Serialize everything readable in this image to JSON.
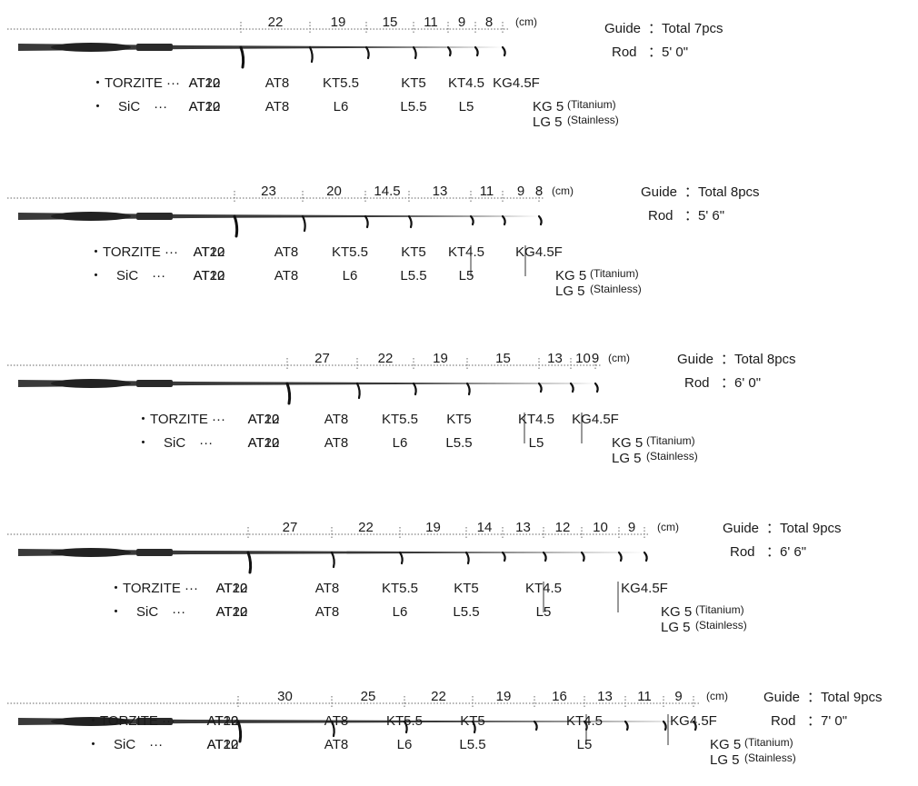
{
  "cm_unit": "(cm)",
  "guide_label": "Guide",
  "rod_label": "Rod",
  "rows": [
    {
      "dists": [
        "22",
        "19",
        "15",
        "11",
        "9",
        "8"
      ],
      "torzite_label": "・TORZITE ···",
      "sic_label": "・　SiC　···",
      "torzite": [
        "AT20",
        "AT12",
        "AT8",
        "KT5.5",
        "KT5",
        "KT4.5",
        "KG4.5F"
      ],
      "sic": [
        "AT20",
        "AT12",
        "AT8",
        "L6",
        "L5.5",
        "L5"
      ],
      "kg_titanium": "KG 5",
      "titanium_note": "(Titanium)",
      "lg_stainless": "LG 5",
      "stainless_note": "(Stainless)",
      "guide_total": "：Total 7pcs",
      "rod_length": "：5' 0\""
    },
    {
      "dists": [
        "23",
        "20",
        "14.5",
        "13",
        "11",
        "9",
        "8"
      ],
      "torzite_label": "・TORZITE ···",
      "sic_label": "・　SiC　···",
      "torzite": [
        "AT20",
        "AT12",
        "AT8",
        "KT5.5",
        "KT5",
        "KT4.5",
        "KG4.5F"
      ],
      "sic": [
        "AT20",
        "AT12",
        "AT8",
        "L6",
        "L5.5",
        "L5"
      ],
      "kg_titanium": "KG 5",
      "titanium_note": "(Titanium)",
      "lg_stainless": "LG 5",
      "stainless_note": "(Stainless)",
      "guide_total": "：Total 8pcs",
      "rod_length": "：5' 6\""
    },
    {
      "dists": [
        "27",
        "22",
        "19",
        "15",
        "13",
        "10",
        "9"
      ],
      "torzite_label": "・TORZITE ···",
      "sic_label": "・　SiC　···",
      "torzite": [
        "AT20",
        "AT12",
        "AT8",
        "KT5.5",
        "KT5",
        "KT4.5",
        "KG4.5F"
      ],
      "sic": [
        "AT20",
        "AT12",
        "AT8",
        "L6",
        "L5.5",
        "L5"
      ],
      "kg_titanium": "KG 5",
      "titanium_note": "(Titanium)",
      "lg_stainless": "LG 5",
      "stainless_note": "(Stainless)",
      "guide_total": "：Total 8pcs",
      "rod_length": "：6' 0\""
    },
    {
      "dists": [
        "27",
        "22",
        "19",
        "14",
        "13",
        "12",
        "10",
        "9"
      ],
      "torzite_label": "・TORZITE ···",
      "sic_label": "・　SiC　···",
      "torzite": [
        "AT20",
        "AT12",
        "AT8",
        "KT5.5",
        "KT5",
        "KT4.5",
        "KG4.5F"
      ],
      "sic": [
        "AT20",
        "AT12",
        "AT8",
        "L6",
        "L5.5",
        "L5"
      ],
      "kg_titanium": "KG 5",
      "titanium_note": "(Titanium)",
      "lg_stainless": "LG 5",
      "stainless_note": "(Stainless)",
      "guide_total": "：Total 9pcs",
      "rod_length": "：6' 6\""
    },
    {
      "dists": [
        "30",
        "25",
        "22",
        "19",
        "16",
        "13",
        "11",
        "9"
      ],
      "torzite_label": "・TORZITE ···",
      "sic_label": "・　SiC　···",
      "torzite": [
        "AT20",
        "AT12",
        "AT8",
        "KT5.5",
        "KT5",
        "KT4.5",
        "KG4.5F"
      ],
      "sic": [
        "AT20",
        "AT12",
        "AT8",
        "L6",
        "L5.5",
        "L5"
      ],
      "kg_titanium": "KG 5",
      "titanium_note": "(Titanium)",
      "lg_stainless": "LG 5",
      "stainless_note": "(Stainless)",
      "guide_total": "：Total 9pcs",
      "rod_length": "：7' 0\""
    }
  ]
}
